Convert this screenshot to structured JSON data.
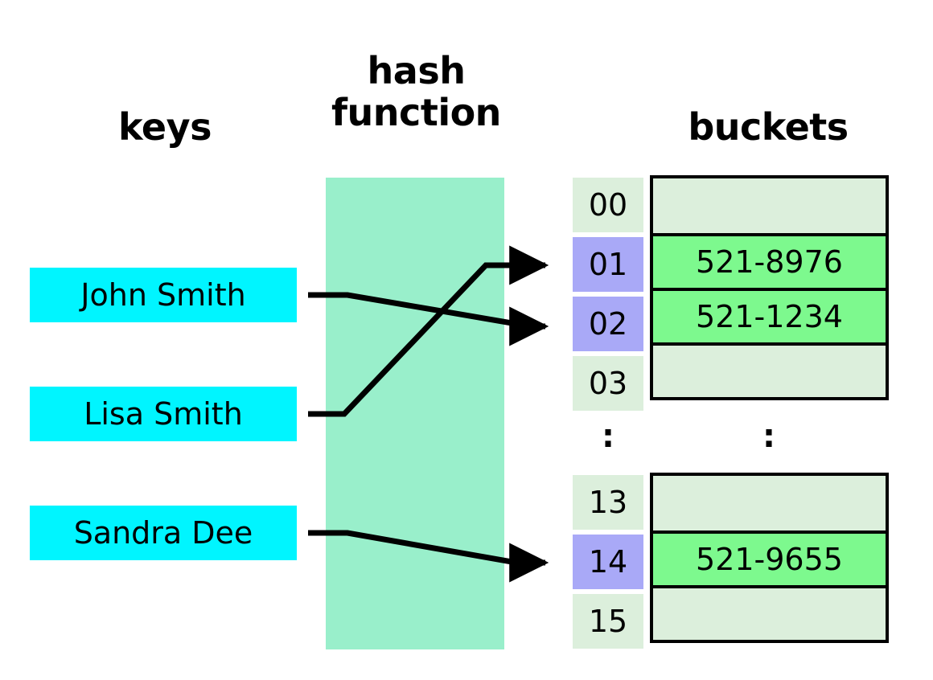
{
  "headings": {
    "keys": "keys",
    "hash_function": "hash\nfunction",
    "buckets": "buckets"
  },
  "colors": {
    "key_box": "#00f5ff",
    "hash_band": "#99efcb",
    "index_default": "#dcefdc",
    "index_highlight": "#a9a9f7",
    "bucket_empty": "#dcefdc",
    "bucket_filled": "#7df98e",
    "border": "#000000",
    "background": "#ffffff"
  },
  "keys": [
    {
      "label": "John Smith",
      "maps_to": "02"
    },
    {
      "label": "Lisa Smith",
      "maps_to": "01"
    },
    {
      "label": "Sandra Dee",
      "maps_to": "14"
    }
  ],
  "ellipsis": {
    "index": ":",
    "buckets": ":"
  },
  "buckets": {
    "top_group": [
      {
        "index": "00",
        "value": "",
        "filled": false,
        "highlighted": false
      },
      {
        "index": "01",
        "value": "521-8976",
        "filled": true,
        "highlighted": true
      },
      {
        "index": "02",
        "value": "521-1234",
        "filled": true,
        "highlighted": true
      },
      {
        "index": "03",
        "value": "",
        "filled": false,
        "highlighted": false
      }
    ],
    "bottom_group": [
      {
        "index": "13",
        "value": "",
        "filled": false,
        "highlighted": false
      },
      {
        "index": "14",
        "value": "521-9655",
        "filled": true,
        "highlighted": true
      },
      {
        "index": "15",
        "value": "",
        "filled": false,
        "highlighted": false
      }
    ]
  }
}
